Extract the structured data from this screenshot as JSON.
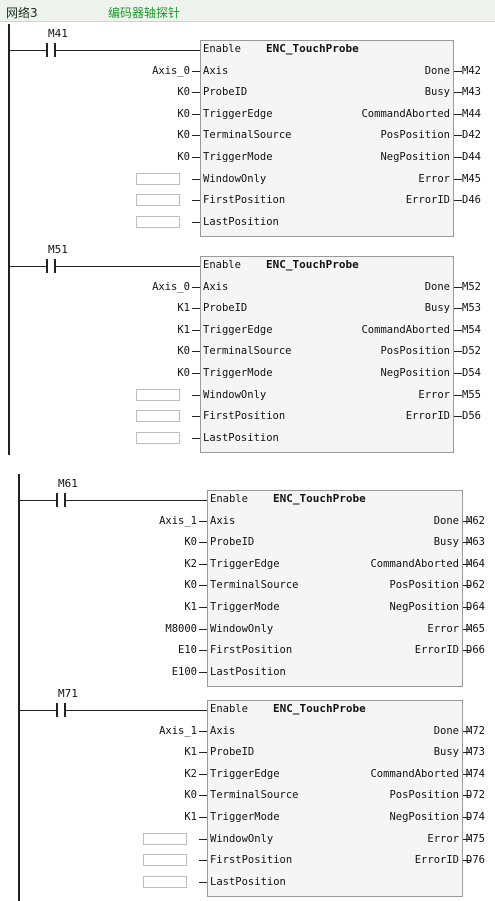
{
  "network": {
    "label": "网络3",
    "comment": "编码器轴探针"
  },
  "block_title": "ENC_TouchProbe",
  "left_pin_names": [
    "Enable",
    "Axis",
    "ProbeID",
    "TriggerEdge",
    "TerminalSource",
    "TriggerMode",
    "WindowOnly",
    "FirstPosition",
    "LastPosition"
  ],
  "right_pin_names": [
    "Done",
    "Busy",
    "CommandAborted",
    "PosPosition",
    "NegPosition",
    "Error",
    "ErrorID"
  ],
  "rungs": [
    {
      "contact": "M41",
      "inputs": [
        "Axis_0",
        "K0",
        "K0",
        "K0",
        "K0",
        "",
        "",
        ""
      ],
      "outputs": [
        "M42",
        "M43",
        "M44",
        "D42",
        "D44",
        "M45",
        "D46"
      ]
    },
    {
      "contact": "M51",
      "inputs": [
        "Axis_0",
        "K1",
        "K1",
        "K0",
        "K0",
        "",
        "",
        ""
      ],
      "outputs": [
        "M52",
        "M53",
        "M54",
        "D52",
        "D54",
        "M55",
        "D56"
      ]
    },
    {
      "contact": "M61",
      "inputs": [
        "Axis_1",
        "K0",
        "K2",
        "K0",
        "K1",
        "M8000",
        "E10",
        "E100"
      ],
      "outputs": [
        "M62",
        "M63",
        "M64",
        "D62",
        "D64",
        "M65",
        "D66"
      ]
    },
    {
      "contact": "M71",
      "inputs": [
        "Axis_1",
        "K1",
        "K2",
        "K0",
        "K1",
        "",
        "",
        ""
      ],
      "outputs": [
        "M72",
        "M73",
        "M74",
        "D72",
        "D74",
        "M75",
        "D76"
      ]
    }
  ]
}
